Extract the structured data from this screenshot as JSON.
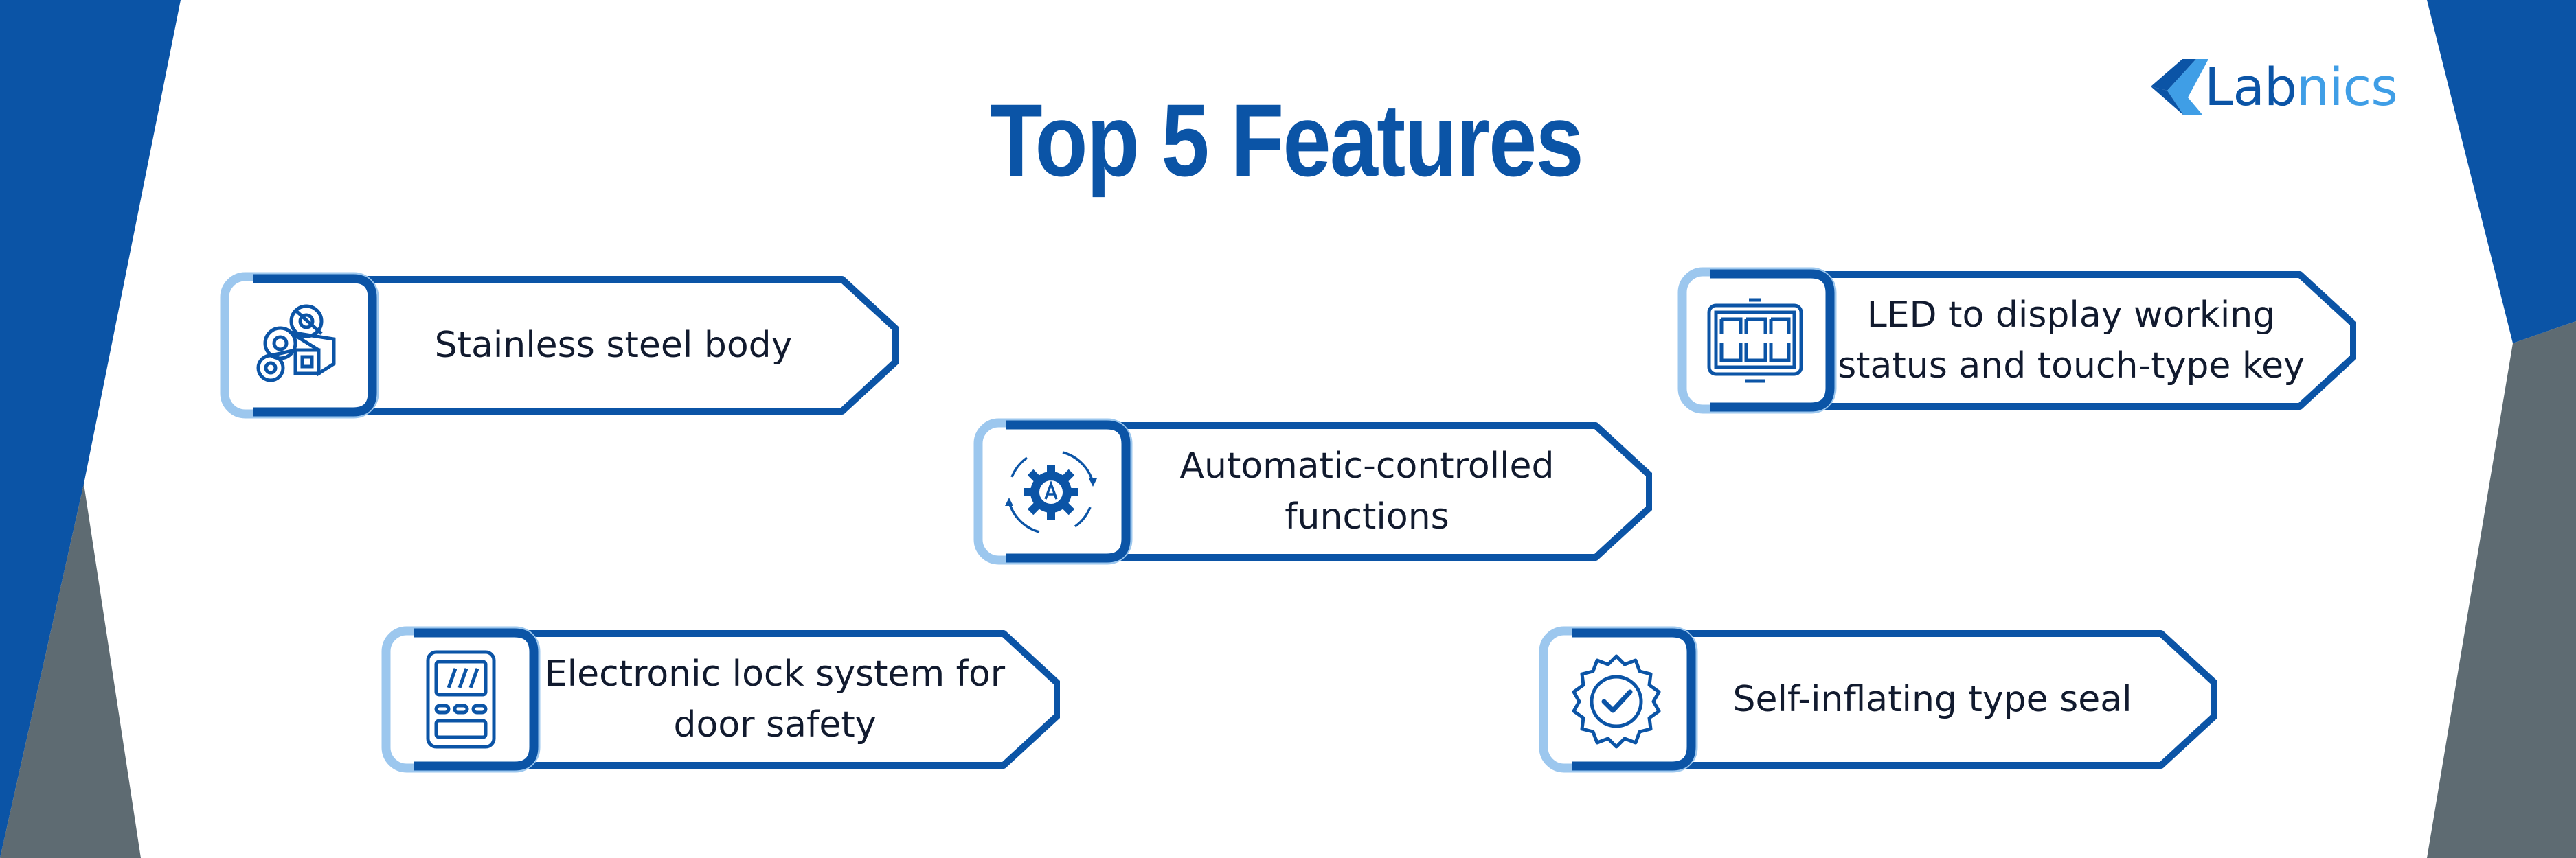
{
  "header": {
    "title": "Top 5 Features"
  },
  "brand": {
    "logo_text_dark": "Lab",
    "logo_text_light": "nics",
    "icon": "labnics-logo-icon"
  },
  "colors": {
    "primary_blue": "#0b54a6",
    "light_blue": "#9cc7ee",
    "slate_gray": "#5e6b72",
    "text": "#111a2e"
  },
  "features": [
    {
      "label": "Stainless steel body",
      "icon": "steel-rolls-icon"
    },
    {
      "label": "LED to display working\nstatus and touch-type key",
      "icon": "led-display-icon"
    },
    {
      "label": "Automatic-controlled\nfunctions",
      "icon": "automatic-gear-icon"
    },
    {
      "label": "Electronic lock system for\ndoor safety",
      "icon": "electronic-lock-icon"
    },
    {
      "label": "Self-inflating type seal",
      "icon": "seal-check-icon"
    }
  ]
}
